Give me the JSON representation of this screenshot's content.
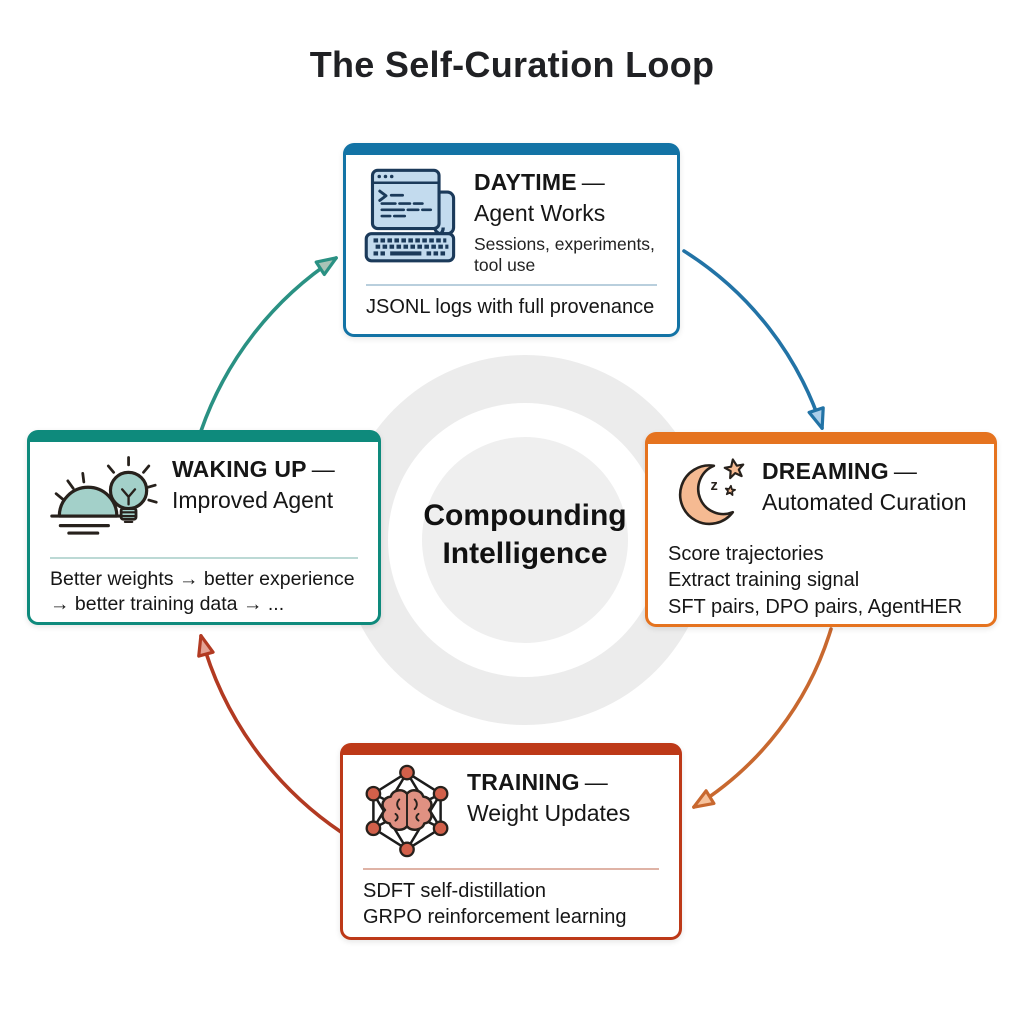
{
  "title": "The Self-Curation Loop",
  "center": {
    "label": "Compounding Intelligence"
  },
  "nodes": {
    "daytime": {
      "title": "DAYTIME",
      "dash": "—",
      "subtitle": "Agent Works",
      "description": "Sessions, experiments, tool use",
      "footer": "JSONL logs with full provenance",
      "icon": "terminal-computer-icon"
    },
    "dreaming": {
      "title": "DREAMING",
      "dash": "—",
      "subtitle": "Automated Curation",
      "lines": [
        "Score trajectories",
        "Extract training signal",
        "SFT pairs, DPO pairs, AgentHER"
      ],
      "icon": "moon-stars-icon"
    },
    "training": {
      "title": "TRAINING",
      "dash": "—",
      "subtitle": "Weight Updates",
      "lines": [
        "SDFT self-distillation",
        "GRPO reinforcement learning"
      ],
      "icon": "neural-network-brain-icon"
    },
    "waking": {
      "title": "WAKING UP",
      "dash": "—",
      "subtitle": "Improved Agent",
      "lines": [
        "Better weights → better experience",
        "→ better training data → ..."
      ],
      "icon": "sunrise-lightbulb-icon"
    }
  },
  "colors": {
    "daytime": "#1373a5",
    "dreaming": "#e5731f",
    "training": "#bd3918",
    "waking": "#0e8a7c",
    "arrow-teal": "#2a9183",
    "arrow-blue": "#2273a6",
    "arrow-orange": "#c8682f",
    "arrow-red": "#b23a22",
    "head-teal": "#a9c3b6",
    "head-blue": "#abceea",
    "head-orange": "#f6c29c",
    "head-red": "#e4a294",
    "divider-blue": "#b9cfdd",
    "divider-teal": "#bcd9d5",
    "divider-red": "#dfb3a6",
    "donut-outer": "#ececec",
    "donut-inner": "#efefef",
    "icon-blue-fill": "#c3dbee",
    "icon-blue-stroke": "#1b3a5a",
    "icon-peach-fill": "#f5ba92",
    "icon-node-fill": "#d2604a",
    "icon-brain-fill": "#e09182",
    "icon-dark-stroke": "#27211c",
    "icon-teal-fill": "#a3d0c9"
  }
}
